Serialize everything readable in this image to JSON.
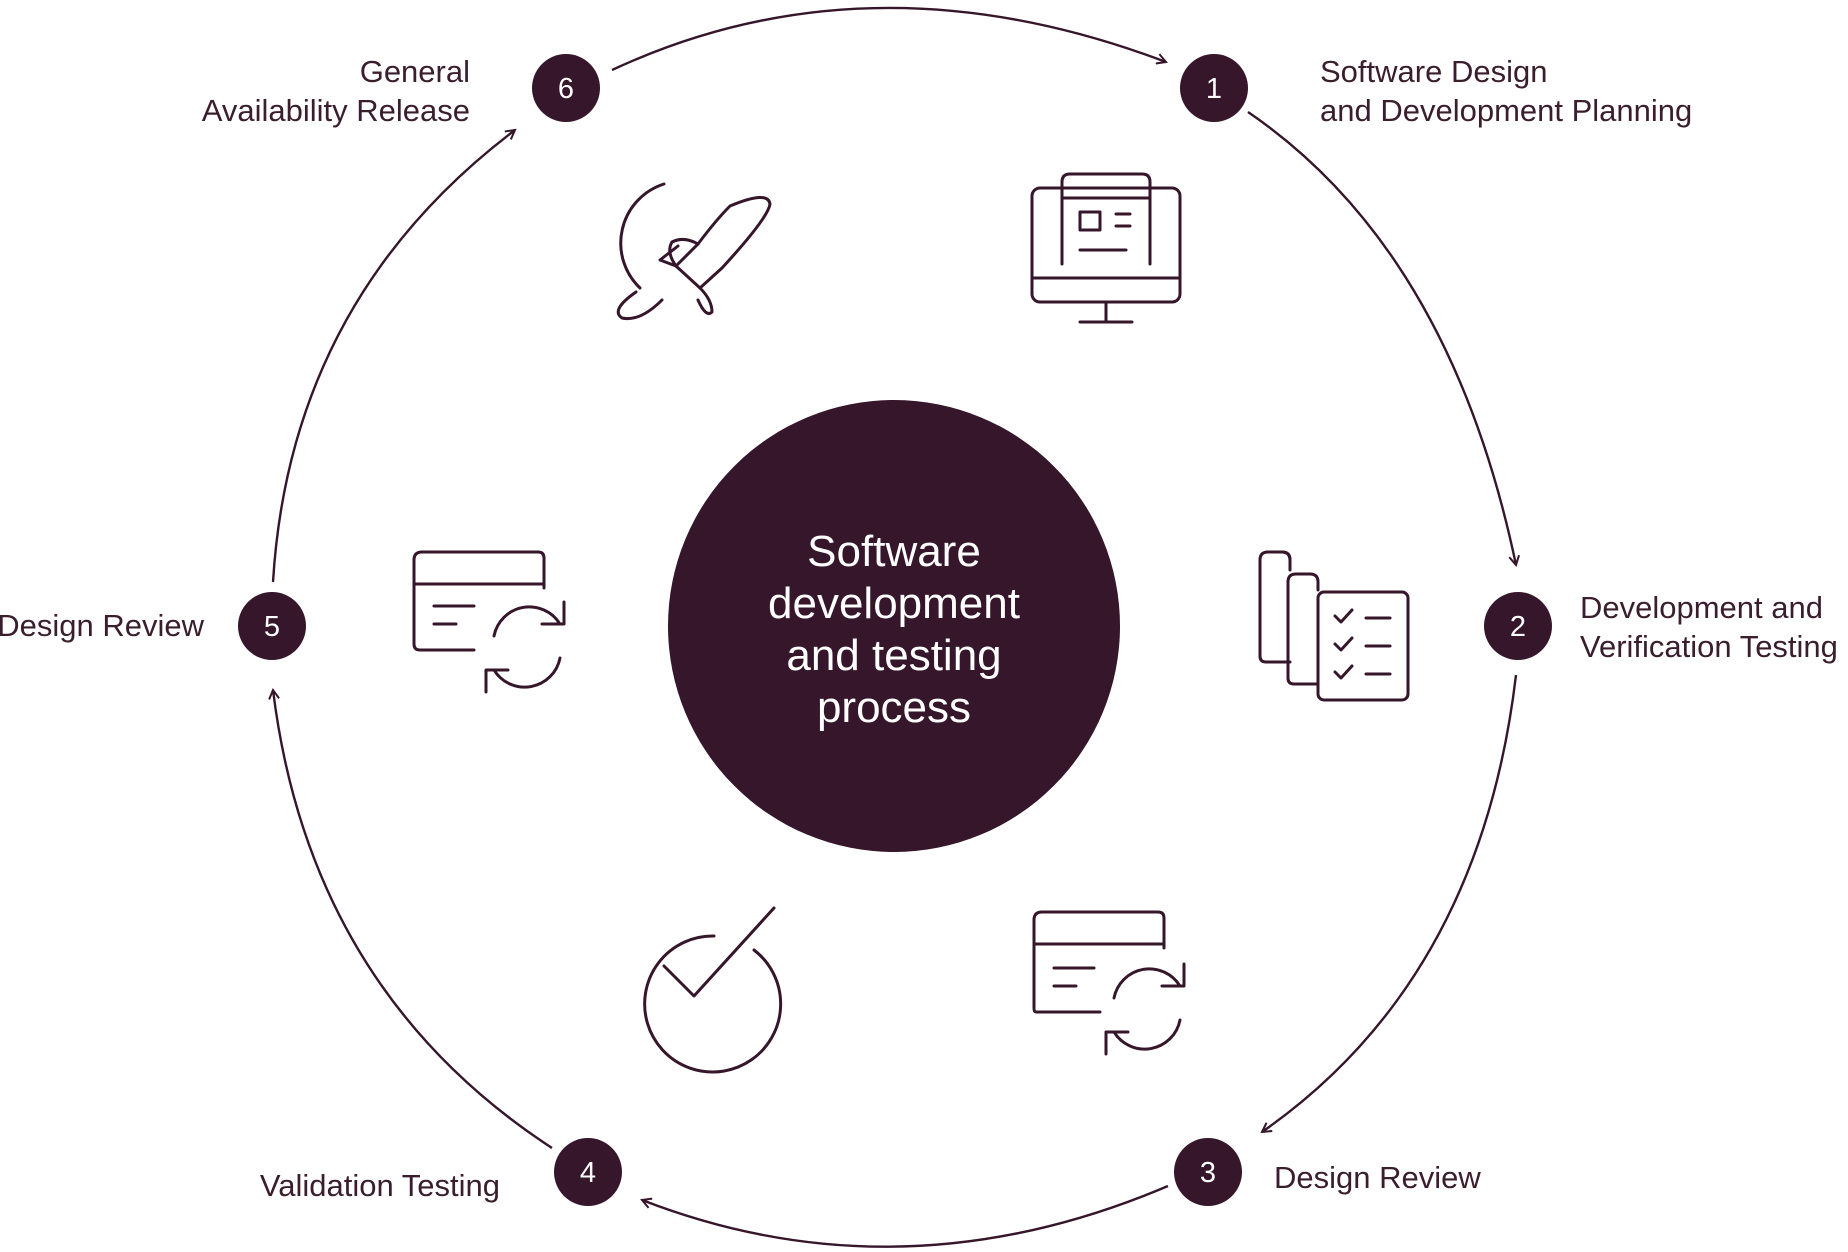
{
  "colors": {
    "primary": "#35162a",
    "background": "#ffffff",
    "center_text": "#ffffff"
  },
  "center": {
    "lines": [
      "Software",
      "development",
      "and testing",
      "process"
    ]
  },
  "steps": [
    {
      "number": "1",
      "lines": [
        "Software Design",
        "and Development Planning"
      ],
      "icon": "monitor-icon"
    },
    {
      "number": "2",
      "lines": [
        "Development and",
        "Verification Testing"
      ],
      "icon": "checklist-documents-icon"
    },
    {
      "number": "3",
      "lines": [
        "Design Review"
      ],
      "icon": "document-sync-icon"
    },
    {
      "number": "4",
      "lines": [
        "Validation Testing"
      ],
      "icon": "checkmark-circle-icon"
    },
    {
      "number": "5",
      "lines": [
        "Design Review"
      ],
      "icon": "document-sync-icon"
    },
    {
      "number": "6",
      "lines": [
        "General",
        "Availability Release"
      ],
      "icon": "rocket-orbit-icon"
    }
  ]
}
